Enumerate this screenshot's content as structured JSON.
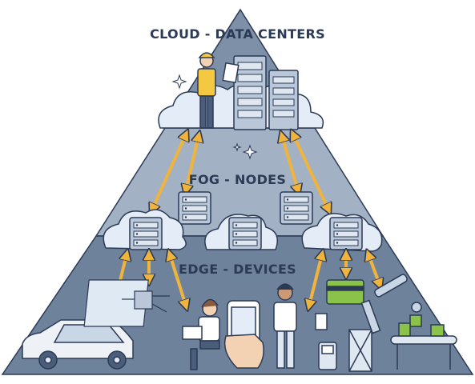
{
  "diagram": {
    "tiers": {
      "cloud": {
        "label": "CLOUD - DATA CENTERS"
      },
      "fog": {
        "label": "FOG - NODES"
      },
      "edge": {
        "label": "EDGE - DEVICES"
      }
    },
    "colors": {
      "pyramid_top": "#7e8fa8",
      "pyramid_mid": "#9aa9be",
      "pyramid_bottom": "#6f829c",
      "cloud_fill": "#e4edf7",
      "server_fill": "#b9c7d8",
      "arrow": "#f0b43c",
      "outline": "#2b3a55",
      "accent_yellow": "#f5c842",
      "accent_green": "#8bc34a"
    }
  }
}
